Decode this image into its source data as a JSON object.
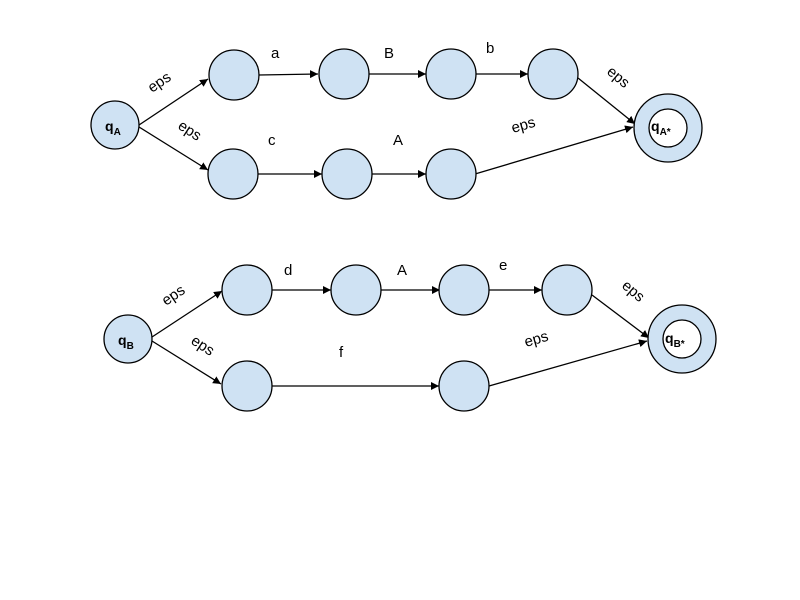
{
  "diagram_a": {
    "start": {
      "main": "q",
      "sub": "A"
    },
    "accept": {
      "main": "q",
      "sub": "A*"
    },
    "labels": {
      "eps_upper": "eps",
      "eps_lower": "eps",
      "a": "a",
      "B": "B",
      "b": "b",
      "eps_to_accept_top": "eps",
      "c": "c",
      "A": "A",
      "eps_to_accept_bottom": "eps"
    }
  },
  "diagram_b": {
    "start": {
      "main": "q",
      "sub": "B"
    },
    "accept": {
      "main": "q",
      "sub": "B*"
    },
    "labels": {
      "eps_upper": "eps",
      "eps_lower": "eps",
      "d": "d",
      "A": "A",
      "e": "e",
      "eps_to_accept_top": "eps",
      "f": "f",
      "eps_to_accept_bottom": "eps"
    }
  },
  "colors": {
    "node_fill": "#cfe2f3",
    "stroke": "#000000",
    "background": "#ffffff"
  }
}
